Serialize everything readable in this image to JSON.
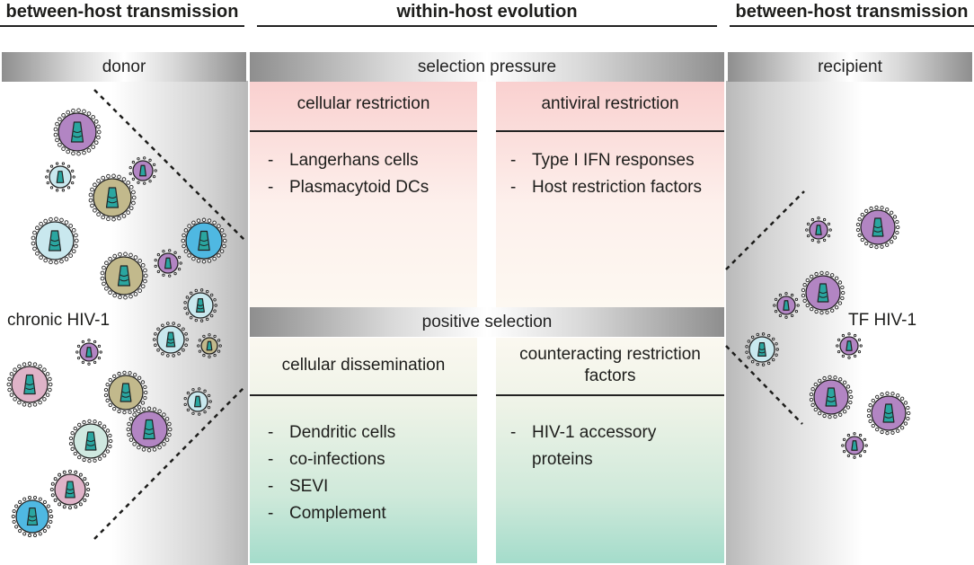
{
  "headers": {
    "left": "between-host transmission",
    "center": "within-host evolution",
    "right": "between-host transmission"
  },
  "donor": {
    "bar": "donor",
    "label": "chronic HIV-1"
  },
  "recipient": {
    "bar": "recipient",
    "label": "TF HIV-1"
  },
  "selection_pressure": {
    "bar": "selection pressure",
    "cellular": {
      "title": "cellular restriction",
      "items": [
        "Langerhans cells",
        "Plasmacytoid DCs"
      ]
    },
    "antiviral": {
      "title": "antiviral restriction",
      "items": [
        "Type I IFN responses",
        "Host restriction factors"
      ]
    }
  },
  "positive_selection": {
    "bar": "positive selection",
    "dissemination": {
      "title": "cellular dissemination",
      "items": [
        "Dendritic cells",
        "co-infections",
        "SEVI",
        "Complement"
      ]
    },
    "counteracting": {
      "title": "counteracting restriction factors",
      "items": [
        "HIV-1 accessory proteins"
      ]
    }
  },
  "colors": {
    "restriction_top": "#f9d0cf",
    "selection_bottom": "#a4dccb",
    "virion_purple": "#b285c3",
    "virion_blue": "#4fb8e2",
    "virion_lightblue": "#c9e8ee",
    "virion_olive": "#c2b98c",
    "virion_pink": "#dfb3c8",
    "virion_mint": "#cfe8e0",
    "capsid": "#2aa6a0"
  },
  "virions": {
    "donor": [
      {
        "color": "purple"
      },
      {
        "color": "lightblue"
      },
      {
        "color": "purple"
      },
      {
        "color": "olive"
      },
      {
        "color": "lightblue"
      },
      {
        "color": "blue"
      },
      {
        "color": "olive"
      },
      {
        "color": "purple"
      },
      {
        "color": "lightblue"
      },
      {
        "color": "lightblue"
      },
      {
        "color": "olive"
      },
      {
        "color": "purple"
      },
      {
        "color": "pink"
      },
      {
        "color": "olive"
      },
      {
        "color": "lightblue"
      },
      {
        "color": "mint"
      },
      {
        "color": "purple"
      },
      {
        "color": "pink"
      },
      {
        "color": "blue"
      }
    ],
    "recipient": [
      {
        "color": "purple"
      },
      {
        "color": "purple"
      },
      {
        "color": "purple"
      },
      {
        "color": "purple"
      },
      {
        "color": "lightblue"
      },
      {
        "color": "purple"
      },
      {
        "color": "purple"
      },
      {
        "color": "purple"
      },
      {
        "color": "purple"
      }
    ]
  }
}
